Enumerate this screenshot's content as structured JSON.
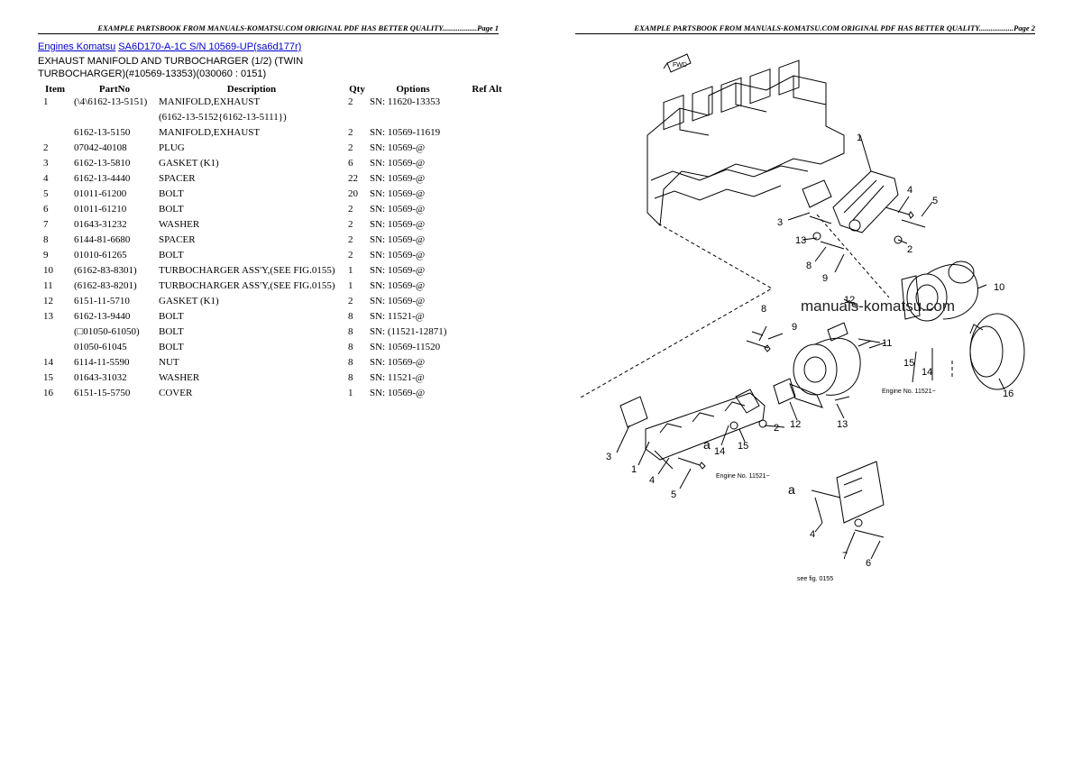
{
  "header": {
    "left": "EXAMPLE PARTSBOOK FROM MANUALS-KOMATSU.COM ORIGINAL PDF HAS BETTER QUALITY..................Page 1",
    "right": "EXAMPLE PARTSBOOK FROM MANUALS-KOMATSU.COM ORIGINAL PDF HAS BETTER QUALITY..................Page 2"
  },
  "breadcrumb": {
    "link1": "Engines Komatsu",
    "link2": "SA6D170-A-1C S/N 10569-UP(sa6d177r)"
  },
  "title": "EXHAUST MANIFOLD AND TURBOCHARGER (1/2) (TWIN TURBOCHARGER)(#10569-13353)(030060 : 0151)",
  "table": {
    "headers": [
      "Item",
      "PartNo",
      "Description",
      "Qty",
      "Options",
      "Ref Alt"
    ],
    "rows": [
      [
        "1",
        "(\\4\\6162-13-5151)",
        "MANIFOLD,EXHAUST",
        "2",
        "SN: 11620-13353",
        ""
      ],
      [
        "",
        "",
        "(6162-13-5152{6162-13-5111})",
        "",
        "",
        ""
      ],
      [
        "",
        "6162-13-5150",
        "MANIFOLD,EXHAUST",
        "2",
        "SN: 10569-11619",
        ""
      ],
      [
        "2",
        "07042-40108",
        "PLUG",
        "2",
        "SN: 10569-@",
        ""
      ],
      [
        "3",
        "6162-13-5810",
        "GASKET (K1)",
        "6",
        "SN: 10569-@",
        ""
      ],
      [
        "4",
        "6162-13-4440",
        "SPACER",
        "22",
        "SN: 10569-@",
        ""
      ],
      [
        "5",
        "01011-61200",
        "BOLT",
        "20",
        "SN: 10569-@",
        ""
      ],
      [
        "6",
        "01011-61210",
        "BOLT",
        "2",
        "SN: 10569-@",
        ""
      ],
      [
        "7",
        "01643-31232",
        "WASHER",
        "2",
        "SN: 10569-@",
        ""
      ],
      [
        "8",
        "6144-81-6680",
        "SPACER",
        "2",
        "SN: 10569-@",
        ""
      ],
      [
        "9",
        "01010-61265",
        "BOLT",
        "2",
        "SN: 10569-@",
        ""
      ],
      [
        "10",
        "(6162-83-8301)",
        "TURBOCHARGER ASS'Y,(SEE FIG.0155)",
        "1",
        "SN: 10569-@",
        ""
      ],
      [
        "11",
        "(6162-83-8201)",
        "TURBOCHARGER ASS'Y,(SEE FIG.0155)",
        "1",
        "SN: 10569-@",
        ""
      ],
      [
        "12",
        "6151-11-5710",
        "GASKET (K1)",
        "2",
        "SN: 10569-@",
        ""
      ],
      [
        "13",
        "6162-13-9440",
        "BOLT",
        "8",
        "SN: 11521-@",
        ""
      ],
      [
        "",
        "(□01050-61050)",
        "BOLT",
        "8",
        "SN: (11521-12871)",
        ""
      ],
      [
        "",
        "01050-61045",
        "BOLT",
        "8",
        "SN: 10569-11520",
        ""
      ],
      [
        "14",
        "6114-11-5590",
        "NUT",
        "8",
        "SN: 10569-@",
        ""
      ],
      [
        "15",
        "01643-31032",
        "WASHER",
        "8",
        "SN: 11521-@",
        ""
      ],
      [
        "16",
        "6151-15-5750",
        "COVER",
        "1",
        "SN: 10569-@",
        ""
      ]
    ]
  },
  "diagram": {
    "watermark": "manuals-komatsu.com",
    "fwd_label": "FWD",
    "callouts": [
      "1",
      "2",
      "3",
      "4",
      "5",
      "6",
      "7",
      "8",
      "9",
      "10",
      "11",
      "12",
      "13",
      "14",
      "15",
      "16",
      "a"
    ],
    "notes": {
      "engine1": "Engine No. 11521~",
      "engine2": "Engine No. 11521~",
      "see_fig": "see fig. 0155"
    }
  }
}
